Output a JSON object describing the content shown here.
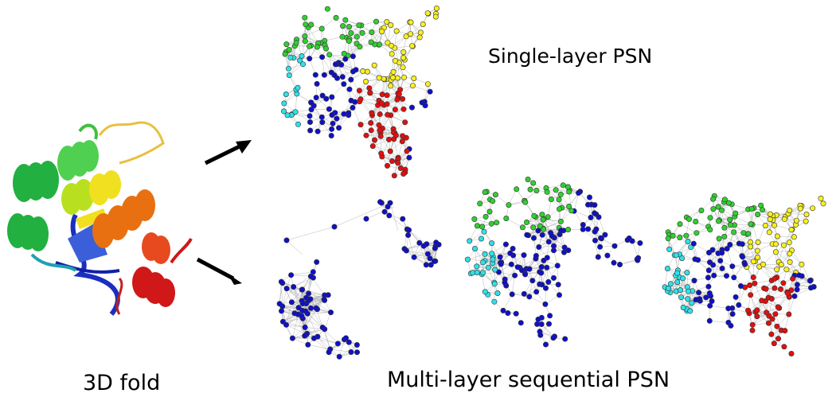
{
  "labels": {
    "single_layer": "Single-layer PSN",
    "multi_layer": "Multi-layer sequential PSN",
    "fold": "3D fold"
  },
  "colors": {
    "edge": "#b8b8b8",
    "node_outline": "#333333",
    "arrow": "#000000",
    "groups": {
      "blue": "#1010c8",
      "cyan": "#30e0e8",
      "green": "#30d030",
      "yellow": "#f8f020",
      "red": "#e01010",
      "orange": "#ee7a10"
    }
  },
  "icons": [
    "protein-structure-image",
    "arrow-icon",
    "network-graph"
  ]
}
